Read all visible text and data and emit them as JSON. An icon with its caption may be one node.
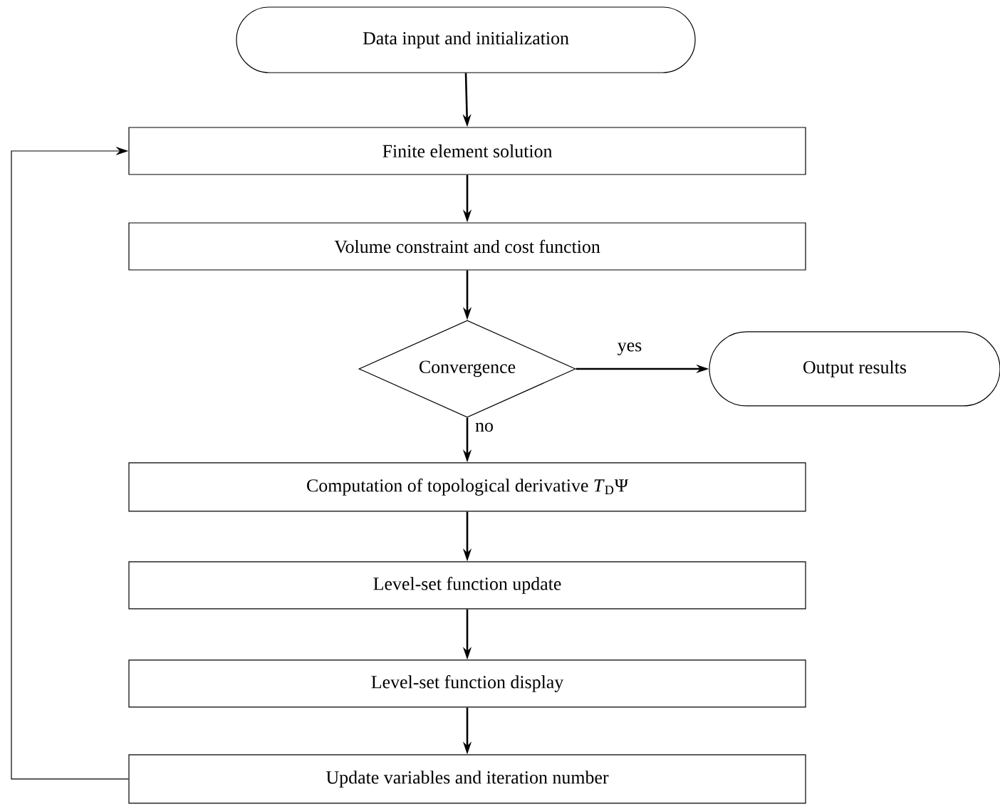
{
  "diagram": {
    "nodes": [
      {
        "text": [
          "Data input and initialization"
        ]
      },
      {
        "text": [
          "Finite element solution"
        ]
      },
      {
        "text": [
          "Volume constraint and cost function"
        ]
      },
      {
        "text": [
          "Convergence"
        ]
      },
      {
        "text": [
          "Output results"
        ]
      },
      {
        "text": [
          "Computation of topological derivative *T*$_{D}$Ψ"
        ]
      },
      {
        "text": [
          "Level-set function update"
        ]
      },
      {
        "text": [
          "Level-set function display"
        ]
      },
      {
        "text": [
          "Update variables and iteration number"
        ]
      }
    ],
    "edges": [
      {
        "from": 0,
        "to": 1,
        "arrow": "to"
      },
      {
        "from": 1,
        "to": 2,
        "arrow": "to"
      },
      {
        "from": 2,
        "to": 3,
        "arrow": "to"
      },
      {
        "from": 3,
        "to": 4,
        "arrow": "to",
        "label": "yes"
      },
      {
        "from": 3,
        "to": 5,
        "arrow": "to",
        "label": "no"
      },
      {
        "from": 5,
        "to": 6,
        "arrow": "to"
      },
      {
        "from": 6,
        "to": 7,
        "arrow": "to"
      },
      {
        "from": 7,
        "to": 8,
        "arrow": "to"
      },
      {
        "from": 8,
        "to": 1,
        "arrow": "to"
      }
    ]
  }
}
